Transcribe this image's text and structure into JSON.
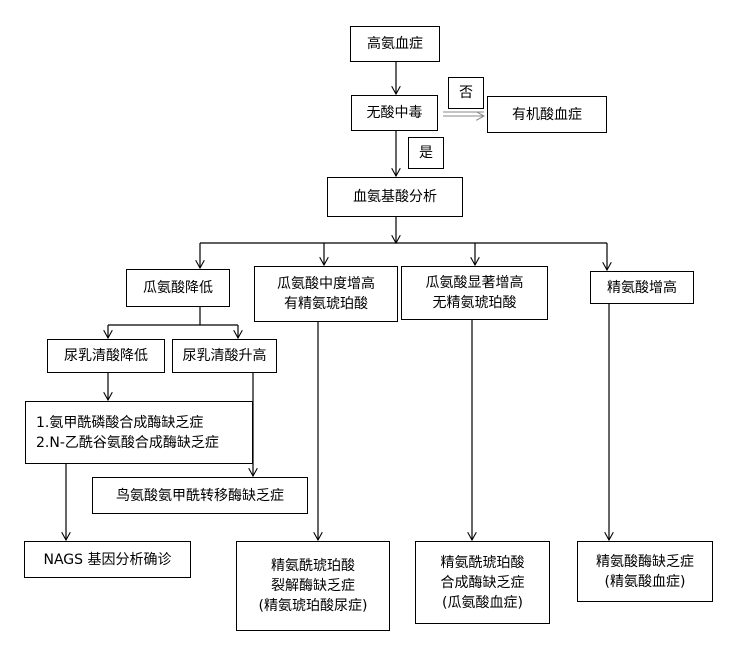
{
  "nodes": {
    "hyperammonemia": "高氨血症",
    "no_acidosis": "无酸中毒",
    "no_label": "否",
    "organic_acidemia": "有机酸血症",
    "yes_label": "是",
    "plasma_aa": "血氨基酸分析",
    "citrulline_low": "瓜氨酸降低",
    "citrulline_moderate": [
      "瓜氨酸中度增高",
      "有精氨琥珀酸"
    ],
    "citrulline_marked": [
      "瓜氨酸显著增高",
      "无精氨琥珀酸"
    ],
    "arginine_high": "精氨酸增高",
    "orotic_low": "尿乳清酸降低",
    "orotic_high": "尿乳清酸升高",
    "cps_nags": [
      "1.氨甲酰磷酸合成酶缺乏症",
      "2.N-乙酰谷氨酸合成酶缺乏症"
    ],
    "otc": "鸟氨酸氨甲酰转移酶缺乏症",
    "nags_dx": "NAGS 基因分析确诊",
    "asl": [
      "精氨酰琥珀酸",
      "裂解酶缺乏症",
      "(精氨琥珀酸尿症)"
    ],
    "ass": [
      "精氨酰琥珀酸",
      "合成酶缺乏症",
      "(瓜氨酸血症)"
    ],
    "arg": [
      "精氨酸酶缺乏症",
      "(精氨酸血症)"
    ]
  }
}
